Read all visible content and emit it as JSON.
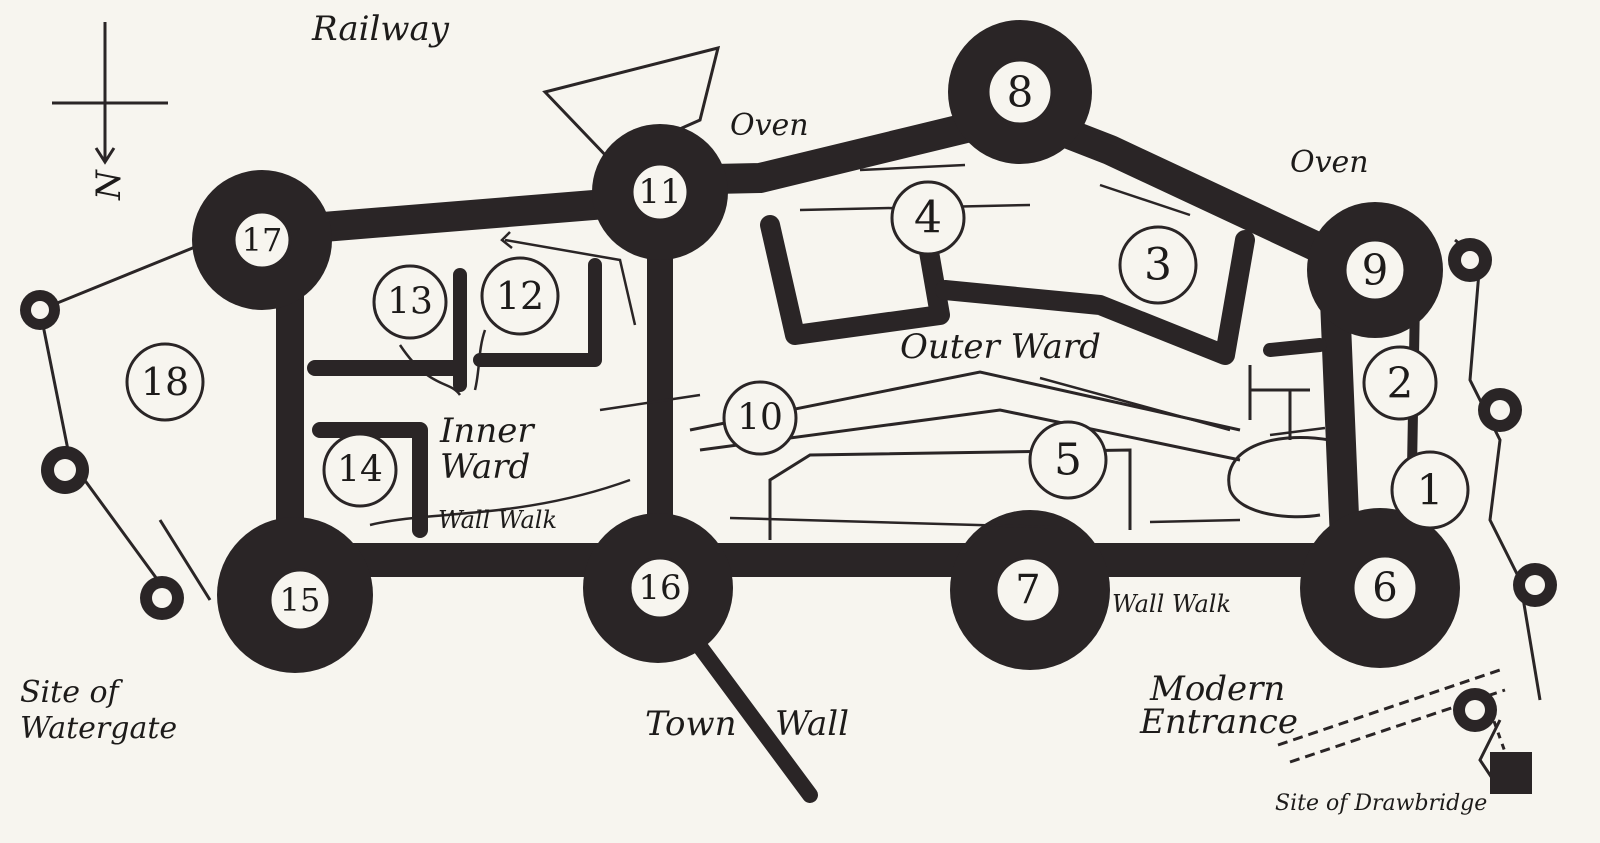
{
  "colors": {
    "ink": "#2a2526",
    "paper": "#f7f5ef"
  },
  "north_symbol": {
    "letter": "N"
  },
  "labels": {
    "railway": "Railway",
    "oven_north": "Oven",
    "oven_east": "Oven",
    "outer_ward": "Outer Ward",
    "inner_ward_1": "Inner",
    "inner_ward_2": "Ward",
    "wall_walk_inner": "Wall Walk",
    "wall_walk_outer": "Wall Walk",
    "town": "Town",
    "wall": "Wall",
    "watergate_1": "Site of",
    "watergate_2": "Watergate",
    "modern_1": "Modern",
    "modern_2": "Entrance",
    "drawbridge": "Site of Drawbridge"
  },
  "numbers": [
    "1",
    "2",
    "3",
    "4",
    "5",
    "6",
    "7",
    "8",
    "9",
    "10",
    "11",
    "12",
    "13",
    "14",
    "15",
    "16",
    "17",
    "18"
  ]
}
